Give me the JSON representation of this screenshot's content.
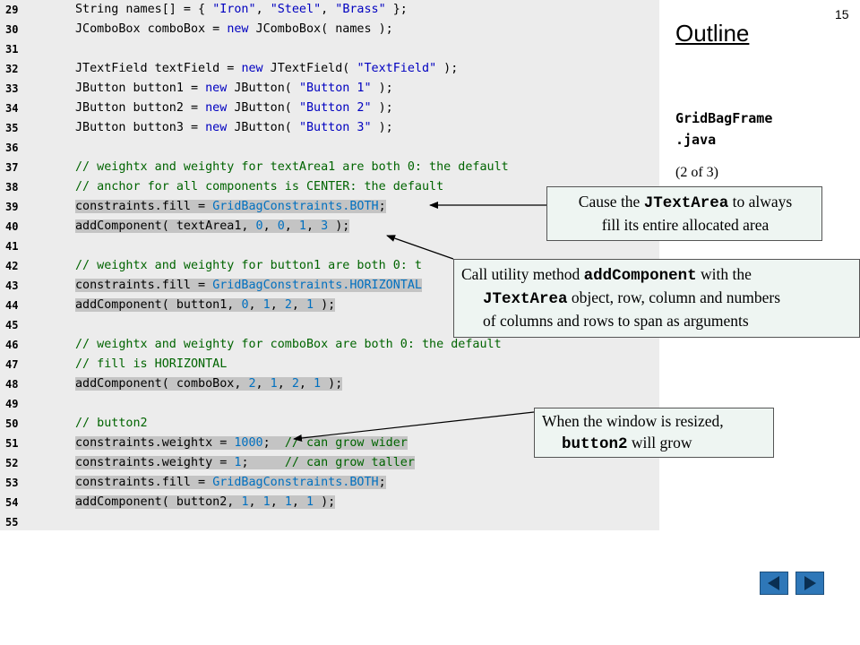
{
  "slide_number": "15",
  "outline": {
    "title": "Outline",
    "file_line1": "GridBagFrame",
    "file_line2": ".java",
    "page": "(2 of 3)"
  },
  "code_lines": [
    {
      "num": "29",
      "hl": false,
      "parts": [
        [
          "p",
          "      String names[] = { "
        ],
        [
          "s",
          "\"Iron\""
        ],
        [
          "p",
          ", "
        ],
        [
          "s",
          "\"Steel\""
        ],
        [
          "p",
          ", "
        ],
        [
          "s",
          "\"Brass\""
        ],
        [
          "p",
          " };"
        ]
      ]
    },
    {
      "num": "30",
      "hl": false,
      "parts": [
        [
          "p",
          "      JComboBox comboBox = "
        ],
        [
          "k",
          "new"
        ],
        [
          "p",
          " JComboBox( names );"
        ]
      ]
    },
    {
      "num": "31",
      "hl": false,
      "parts": []
    },
    {
      "num": "32",
      "hl": false,
      "parts": [
        [
          "p",
          "      JTextField textField = "
        ],
        [
          "k",
          "new"
        ],
        [
          "p",
          " JTextField( "
        ],
        [
          "s",
          "\"TextField\""
        ],
        [
          "p",
          " );"
        ]
      ]
    },
    {
      "num": "33",
      "hl": false,
      "parts": [
        [
          "p",
          "      JButton button1 = "
        ],
        [
          "k",
          "new"
        ],
        [
          "p",
          " JButton( "
        ],
        [
          "s",
          "\"Button 1\""
        ],
        [
          "p",
          " );"
        ]
      ]
    },
    {
      "num": "34",
      "hl": false,
      "parts": [
        [
          "p",
          "      JButton button2 = "
        ],
        [
          "k",
          "new"
        ],
        [
          "p",
          " JButton( "
        ],
        [
          "s",
          "\"Button 2\""
        ],
        [
          "p",
          " );"
        ]
      ]
    },
    {
      "num": "35",
      "hl": false,
      "parts": [
        [
          "p",
          "      JButton button3 = "
        ],
        [
          "k",
          "new"
        ],
        [
          "p",
          " JButton( "
        ],
        [
          "s",
          "\"Button 3\""
        ],
        [
          "p",
          " );"
        ]
      ]
    },
    {
      "num": "36",
      "hl": false,
      "parts": []
    },
    {
      "num": "37",
      "hl": false,
      "parts": [
        [
          "c",
          "      // weightx and weighty for textArea1 are both 0: the default"
        ]
      ]
    },
    {
      "num": "38",
      "hl": false,
      "parts": [
        [
          "c",
          "      // anchor for all components is CENTER: the default"
        ]
      ]
    },
    {
      "num": "39",
      "hl": true,
      "parts": [
        [
          "p",
          "      constraints.fill = "
        ],
        [
          "n",
          "GridBagConstraints.BOTH"
        ],
        [
          "p",
          ";"
        ]
      ]
    },
    {
      "num": "40",
      "hl": true,
      "parts": [
        [
          "p",
          "      addComponent( textArea1, "
        ],
        [
          "n",
          "0"
        ],
        [
          "p",
          ", "
        ],
        [
          "n",
          "0"
        ],
        [
          "p",
          ", "
        ],
        [
          "n",
          "1"
        ],
        [
          "p",
          ", "
        ],
        [
          "n",
          "3"
        ],
        [
          "p",
          " );"
        ]
      ]
    },
    {
      "num": "41",
      "hl": false,
      "parts": []
    },
    {
      "num": "42",
      "hl": false,
      "parts": [
        [
          "c",
          "      // weightx and weighty for button1 are both 0: t"
        ]
      ]
    },
    {
      "num": "43",
      "hl": true,
      "parts": [
        [
          "p",
          "      constraints.fill = "
        ],
        [
          "n",
          "GridBagConstraints.HORIZONTAL"
        ]
      ]
    },
    {
      "num": "44",
      "hl": true,
      "parts": [
        [
          "p",
          "      addComponent( button1, "
        ],
        [
          "n",
          "0"
        ],
        [
          "p",
          ", "
        ],
        [
          "n",
          "1"
        ],
        [
          "p",
          ", "
        ],
        [
          "n",
          "2"
        ],
        [
          "p",
          ", "
        ],
        [
          "n",
          "1"
        ],
        [
          "p",
          " );"
        ]
      ]
    },
    {
      "num": "45",
      "hl": false,
      "parts": []
    },
    {
      "num": "46",
      "hl": false,
      "parts": [
        [
          "c",
          "      // weightx and weighty for comboBox are both 0: the default"
        ]
      ]
    },
    {
      "num": "47",
      "hl": false,
      "parts": [
        [
          "c",
          "      // fill is HORIZONTAL"
        ]
      ]
    },
    {
      "num": "48",
      "hl": true,
      "parts": [
        [
          "p",
          "      addComponent( comboBox, "
        ],
        [
          "n",
          "2"
        ],
        [
          "p",
          ", "
        ],
        [
          "n",
          "1"
        ],
        [
          "p",
          ", "
        ],
        [
          "n",
          "2"
        ],
        [
          "p",
          ", "
        ],
        [
          "n",
          "1"
        ],
        [
          "p",
          " );"
        ]
      ]
    },
    {
      "num": "49",
      "hl": false,
      "parts": []
    },
    {
      "num": "50",
      "hl": false,
      "parts": [
        [
          "c",
          "      // button2"
        ]
      ]
    },
    {
      "num": "51",
      "hl": true,
      "parts": [
        [
          "p",
          "      constraints.weightx = "
        ],
        [
          "n",
          "1000"
        ],
        [
          "p",
          ";  "
        ],
        [
          "c",
          "// can grow wider"
        ]
      ]
    },
    {
      "num": "52",
      "hl": true,
      "parts": [
        [
          "p",
          "      constraints.weighty = "
        ],
        [
          "n",
          "1"
        ],
        [
          "p",
          ";     "
        ],
        [
          "c",
          "// can grow taller"
        ]
      ]
    },
    {
      "num": "53",
      "hl": true,
      "parts": [
        [
          "p",
          "      constraints.fill = "
        ],
        [
          "n",
          "GridBagConstraints.BOTH"
        ],
        [
          "p",
          ";"
        ]
      ]
    },
    {
      "num": "54",
      "hl": true,
      "parts": [
        [
          "p",
          "      addComponent( button2, "
        ],
        [
          "n",
          "1"
        ],
        [
          "p",
          ", "
        ],
        [
          "n",
          "1"
        ],
        [
          "p",
          ", "
        ],
        [
          "n",
          "1"
        ],
        [
          "p",
          ", "
        ],
        [
          "n",
          "1"
        ],
        [
          "p",
          " );"
        ]
      ]
    },
    {
      "num": "55",
      "hl": false,
      "parts": []
    }
  ],
  "callouts": {
    "c1_pre": "Cause the ",
    "c1_mono": "JTextArea",
    "c1_post": " to always",
    "c1_line2": "fill its entire allocated area",
    "c2_pre": "Call utility method ",
    "c2_mono": "addComponent",
    "c2_post": " with the",
    "c2_mono2": "JTextArea",
    "c2_line2": " object, row, column and numbers",
    "c2_line3": "of columns and rows to span as arguments",
    "c3_line1": "When the window is resized,",
    "c3_mono": "button2",
    "c3_post": " will grow"
  },
  "nav": {
    "prev_icon": "triangle-left",
    "next_icon": "triangle-right"
  }
}
